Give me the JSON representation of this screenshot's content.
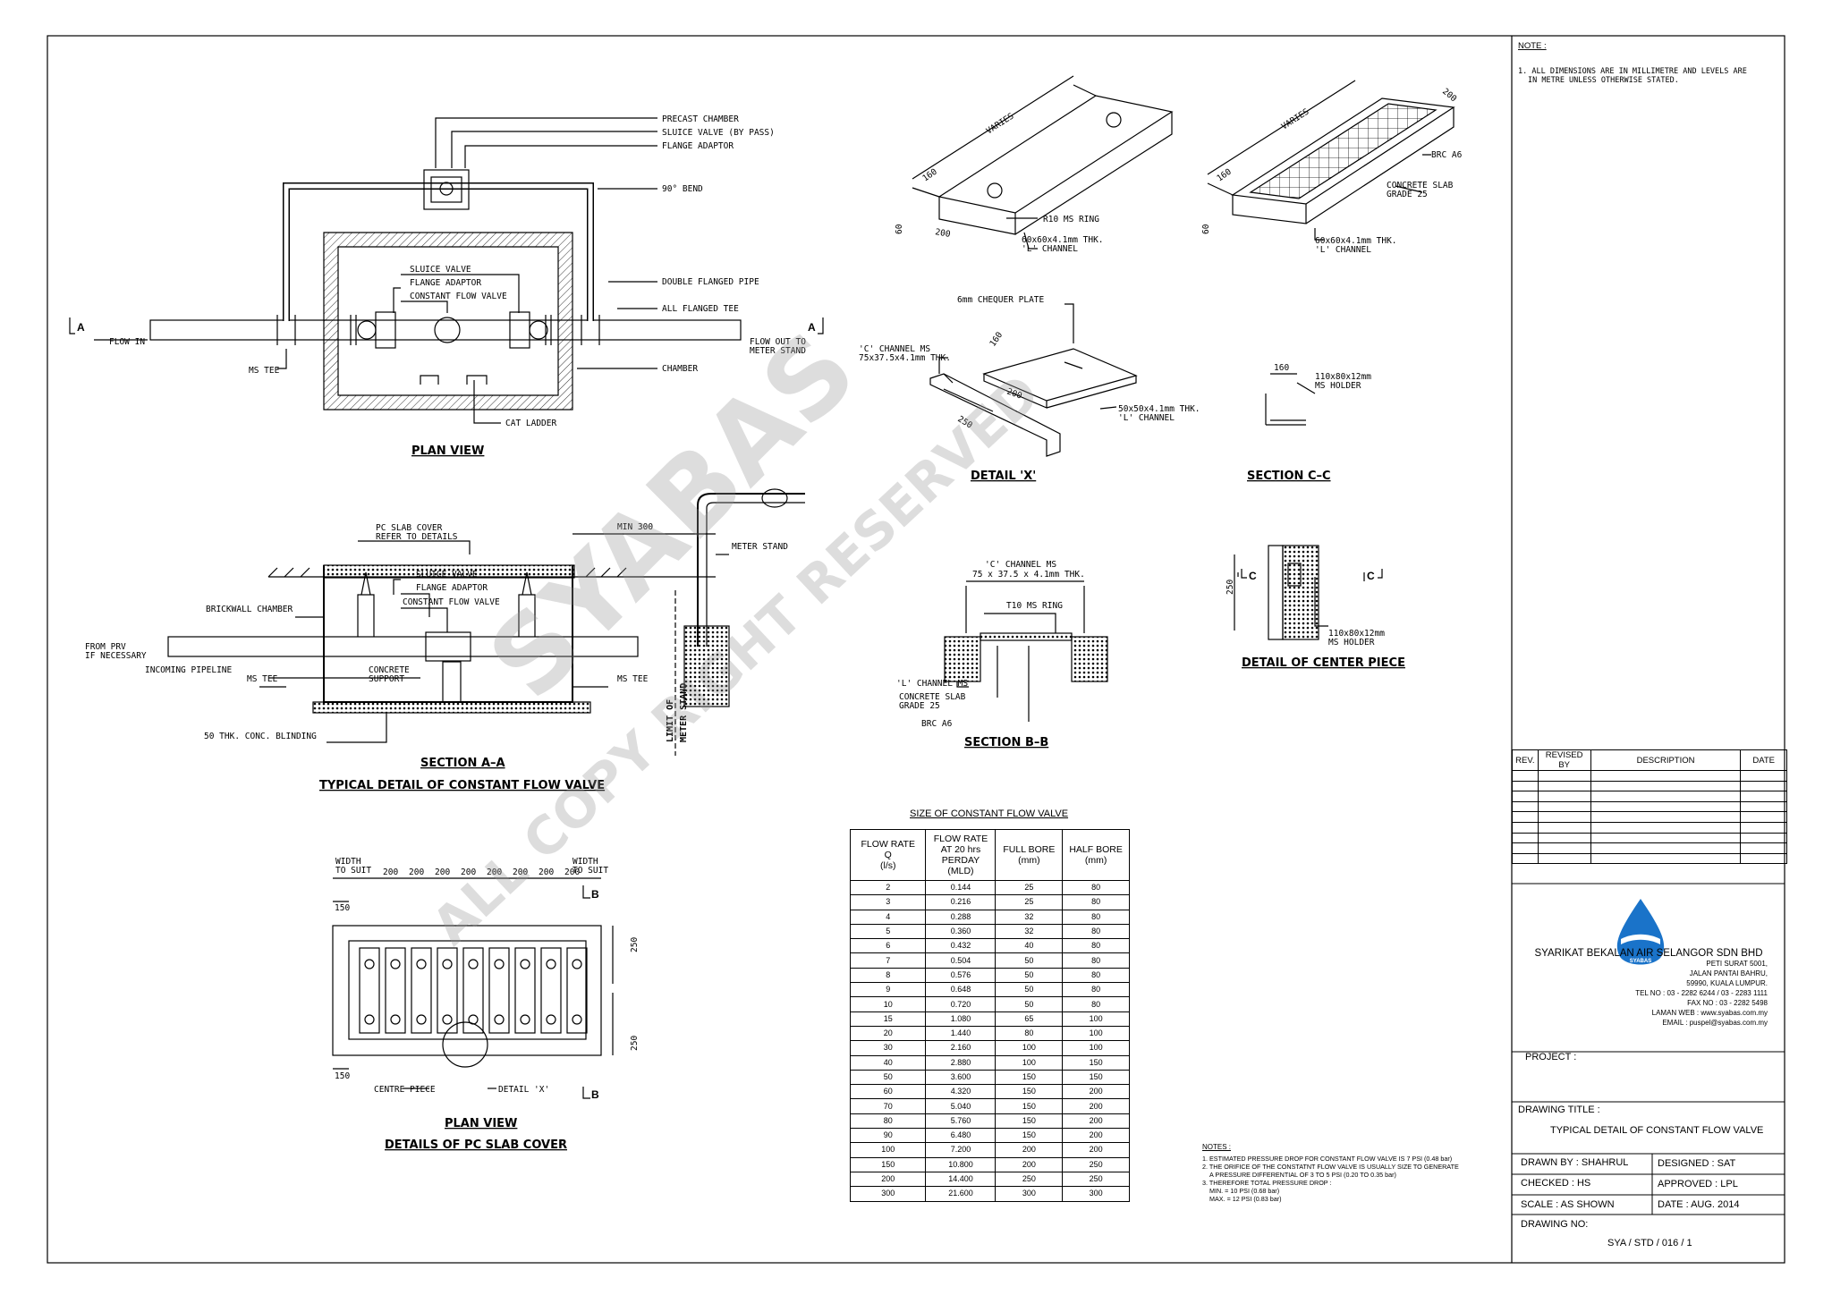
{
  "note": {
    "heading": "NOTE :",
    "line1": "1. ALL DIMENSIONS ARE IN MILLIMETRE AND LEVELS ARE",
    "line2": "IN METRE UNLESS OTHERWISE STATED."
  },
  "plan_view": {
    "title": "PLAN VIEW",
    "labels": {
      "precast_chamber": "PRECAST CHAMBER",
      "sluice_bypass": "SLUICE VALVE (BY PASS)",
      "flange_adaptor_top": "FLANGE ADAPTOR",
      "bend": "90° BEND",
      "sluice_valve": "SLUICE VALVE",
      "flange_adaptor": "FLANGE ADAPTOR",
      "constant_flow_valve": "CONSTANT FLOW VALVE",
      "double_flanged_pipe": "DOUBLE FLANGED PIPE",
      "all_flanged_tee": "ALL FLANGED TEE",
      "flow_in": "FLOW IN",
      "flow_out_1": "FLOW OUT TO",
      "flow_out_2": "METER STAND",
      "ms_tee": "MS TEE",
      "chamber": "CHAMBER",
      "cat_ladder": "CAT LADDER",
      "sec_a_left": "A",
      "sec_a_right": "A"
    }
  },
  "section_aa": {
    "title": "SECTION A–A",
    "subtitle": "TYPICAL DETAIL OF CONSTANT FLOW VALVE",
    "labels": {
      "pc_slab_1": "PC SLAB COVER",
      "pc_slab_2": "REFER TO DETAILS",
      "min_300": "MIN 300",
      "meter_stand": "METER STAND",
      "sluice_valve": "SLUICE VALVE",
      "flange_adaptor": "FLANGE ADAPTOR",
      "constant_flow_valve": "CONSTANT FLOW VALVE",
      "brickwall": "BRICKWALL CHAMBER",
      "from_prv_1": "FROM PRV",
      "from_prv_2": "IF NECESSARY",
      "incoming": "INCOMING PIPELINE",
      "ms_tee_left": "MS TEE",
      "concrete_support_1": "CONCRETE",
      "concrete_support_2": "SUPPORT",
      "ms_tee_right": "MS TEE",
      "blinding": "50 THK. CONC. BLINDING",
      "limit_1": "LIMIT OF",
      "limit_2": "METER STAND"
    }
  },
  "detail_x": {
    "title": "DETAIL 'X'",
    "labels": {
      "chequer": "6mm CHEQUER PLATE",
      "c_channel_1": "'C' CHANNEL MS",
      "c_channel_2": "75x37.5x4.1mm THK.",
      "d160": "160",
      "d200": "200",
      "d250": "250",
      "l_channel_1": "50x50x4.1mm THK.",
      "l_channel_2": "'L' CHANNEL"
    }
  },
  "slab_left": {
    "varies": "VARIES",
    "d160": "160",
    "d200": "200",
    "d60": "60",
    "ring": "R10 MS RING",
    "channel_1": "60x60x4.1mm THK.",
    "channel_2": "'L' CHANNEL"
  },
  "slab_right": {
    "varies": "VARIES",
    "d200": "200",
    "d160": "160",
    "d60": "60",
    "brc": "BRC A6",
    "concrete_1": "CONCRETE SLAB",
    "concrete_2": "GRADE 25",
    "channel_1": "60x60x4.1mm THK.",
    "channel_2": "'L' CHANNEL"
  },
  "section_cc": {
    "title": "SECTION C–C",
    "d160": "160",
    "holder_1": "110x80x12mm",
    "holder_2": "MS HOLDER"
  },
  "section_bb": {
    "title": "SECTION B–B",
    "c_channel_1": "'C' CHANNEL MS",
    "c_channel_2": "75 x 37.5 x 4.1mm THK.",
    "ring": "T10 MS RING",
    "l_channel": "'L' CHANNEL MS",
    "concrete_1": "CONCRETE SLAB",
    "concrete_2": "GRADE 25",
    "brc": "BRC A6"
  },
  "center_piece": {
    "title": "DETAIL OF CENTER PIECE",
    "d250": "250",
    "c_left": "C",
    "c_right": "C",
    "holder_1": "110x80x12mm",
    "holder_2": "MS HOLDER"
  },
  "pc_slab": {
    "title": "PLAN VIEW",
    "subtitle": "DETAILS OF PC SLAB COVER",
    "width_1": "WIDTH",
    "width_2": "TO SUIT",
    "dims": [
      "200",
      "200",
      "200",
      "200",
      "200",
      "200",
      "200",
      "200"
    ],
    "d150": "150",
    "d250": "250",
    "centre_piece": "CENTRE PIECE",
    "detail_x": "DETAIL 'X'",
    "sec_b_top": "B",
    "sec_b_bottom": "B"
  },
  "cfv_table": {
    "title": "SIZE OF CONSTANT FLOW VALVE",
    "headers": [
      [
        "FLOW RATE",
        "Q",
        "(l/s)"
      ],
      [
        "FLOW RATE",
        "AT 20 hrs",
        "PERDAY",
        "(MLD)"
      ],
      [
        "FULL BORE",
        "(mm)"
      ],
      [
        "HALF BORE",
        "(mm)"
      ]
    ],
    "rows": [
      [
        "2",
        "0.144",
        "25",
        "80"
      ],
      [
        "3",
        "0.216",
        "25",
        "80"
      ],
      [
        "4",
        "0.288",
        "32",
        "80"
      ],
      [
        "5",
        "0.360",
        "32",
        "80"
      ],
      [
        "6",
        "0.432",
        "40",
        "80"
      ],
      [
        "7",
        "0.504",
        "50",
        "80"
      ],
      [
        "8",
        "0.576",
        "50",
        "80"
      ],
      [
        "9",
        "0.648",
        "50",
        "80"
      ],
      [
        "10",
        "0.720",
        "50",
        "80"
      ],
      [
        "15",
        "1.080",
        "65",
        "100"
      ],
      [
        "20",
        "1.440",
        "80",
        "100"
      ],
      [
        "30",
        "2.160",
        "100",
        "100"
      ],
      [
        "40",
        "2.880",
        "100",
        "150"
      ],
      [
        "50",
        "3.600",
        "150",
        "150"
      ],
      [
        "60",
        "4.320",
        "150",
        "200"
      ],
      [
        "70",
        "5.040",
        "150",
        "200"
      ],
      [
        "80",
        "5.760",
        "150",
        "200"
      ],
      [
        "90",
        "6.480",
        "150",
        "200"
      ],
      [
        "100",
        "7.200",
        "200",
        "200"
      ],
      [
        "150",
        "10.800",
        "200",
        "250"
      ],
      [
        "200",
        "14.400",
        "250",
        "250"
      ],
      [
        "300",
        "21.600",
        "300",
        "300"
      ]
    ]
  },
  "notes": {
    "heading": "NOTES :",
    "n1": "1. ESTIMATED PRESSURE DROP FOR CONSTANT FLOW VALVE IS 7 PSI (0.48 bar)",
    "n2a": "2. THE ORIFICE OF THE CONSTATNT FLOW VALVE IS USUALLY SIZE TO GENERATE",
    "n2b": "A PRESSURE DIFFERENTIAL OF 3 TO 5 PSI (0.20 TO 0.35 bar)",
    "n3": "3. THEREFORE TOTAL PRESSURE DROP :",
    "min": "MIN.  = 10 PSI (0.68 bar)",
    "max": "MAX. = 12 PSI (0.83 bar)"
  },
  "revision": {
    "headers": [
      "REV.",
      "REVISED BY",
      "DESCRIPTION",
      "DATE"
    ],
    "empty_rows": 9
  },
  "company": {
    "logo_text": "SYABAS",
    "name": "SYARIKAT BEKALAN AIR SELANGOR SDN BHD",
    "address": [
      "PETI SURAT 5001,",
      "JALAN PANTAI BAHRU,",
      "59990, KUALA LUMPUR."
    ],
    "tel": "TEL NO : 03 - 2282 6244 / 03 - 2283 1111",
    "fax": "FAX NO : 03 - 2282 5498",
    "web": "LAMAN WEB : www.syabas.com.my",
    "email": "EMAIL : puspel@syabas.com.my",
    "brand_color": "#1a73c9"
  },
  "title_block": {
    "project": "PROJECT :",
    "drawing_title_label": "DRAWING TITLE :",
    "drawing_title": "TYPICAL DETAIL OF CONSTANT FLOW VALVE",
    "drawn_by": "DRAWN BY : SHAHRUL",
    "designed": "DESIGNED : SAT",
    "checked": "CHECKED : HS",
    "approved": "APPROVED : LPL",
    "scale": "SCALE : AS SHOWN",
    "date": "DATE : AUG. 2014",
    "drawing_no_label": "DRAWING NO:",
    "drawing_no": "SYA / STD / 016 / 1"
  },
  "watermark": {
    "line1": "SYABAS",
    "line2": "ALL COPY RIGHT RESERVED"
  }
}
